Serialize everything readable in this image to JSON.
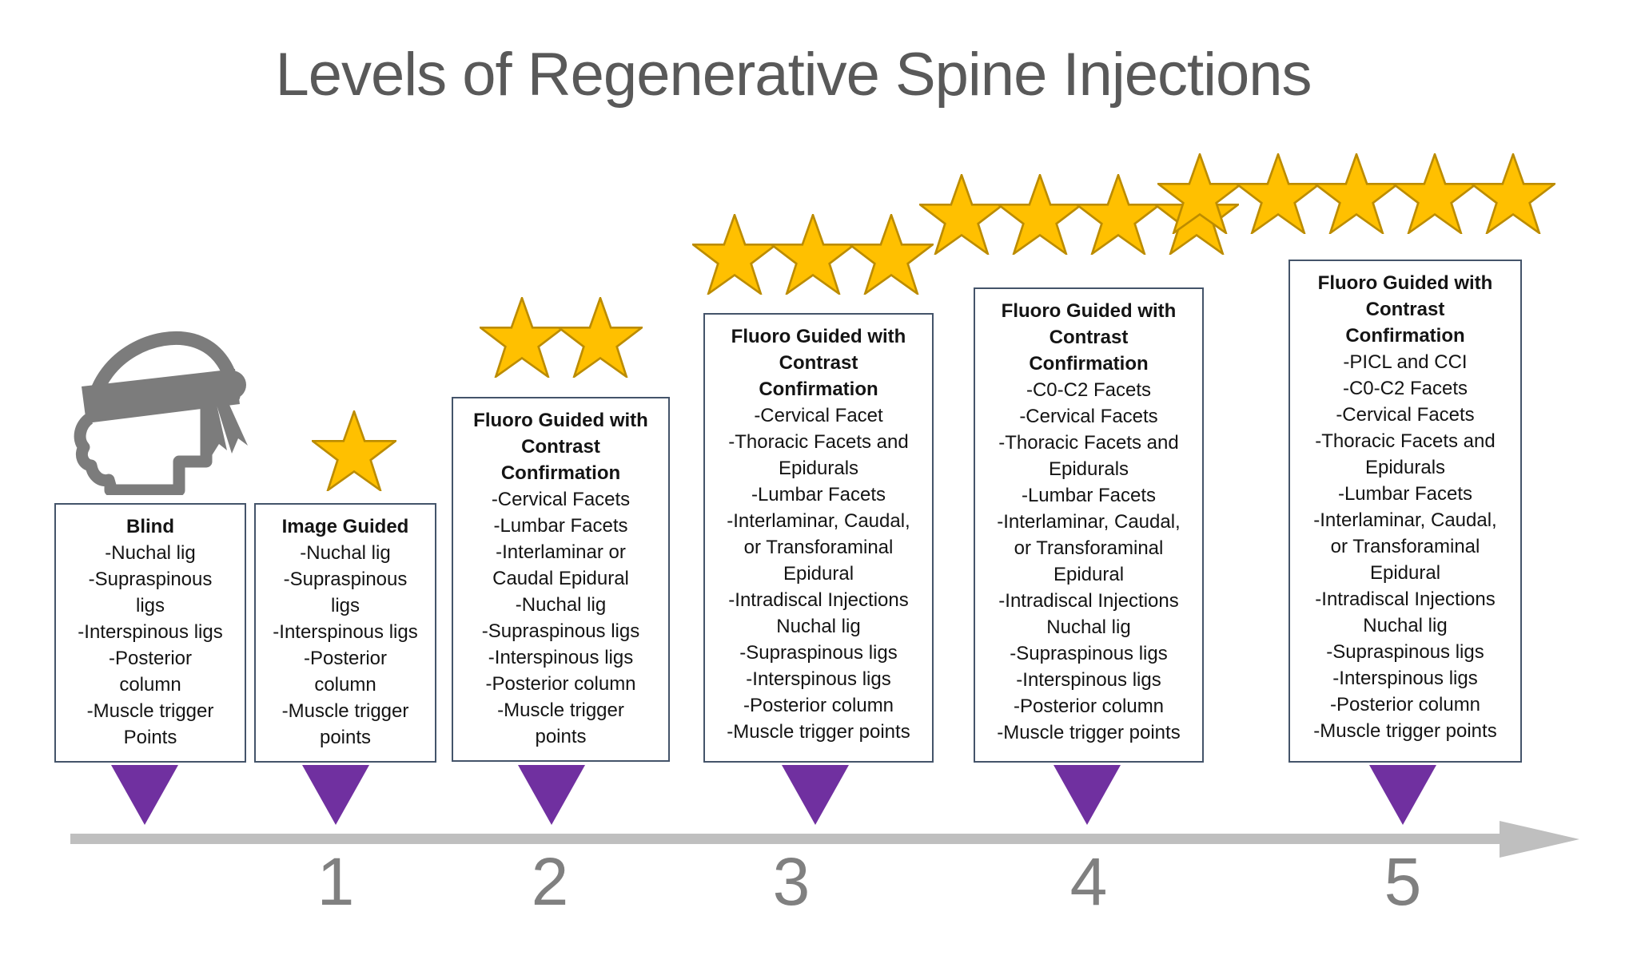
{
  "title": "Levels of Regenerative Spine Injections",
  "icon": {
    "name": "blindfolded-head"
  },
  "colors": {
    "title_gray": "#595959",
    "number_gray": "#808080",
    "bar_gray": "#BFBFBF",
    "box_border": "#44546A",
    "accent_purple": "#7030A0",
    "star_fill": "#FFC000",
    "star_stroke": "#BC8C00",
    "icon_gray": "#7C7C7C"
  },
  "levels": [
    {
      "id": "blind",
      "stars": 0,
      "header_lines": [
        "Blind"
      ],
      "body_lines": [
        "-Nuchal lig",
        "-Supraspinous",
        "ligs",
        "-Interspinous ligs",
        "-Posterior",
        "column",
        "-Muscle trigger",
        "Points"
      ]
    },
    {
      "id": "level-1",
      "stars": 1,
      "header_lines": [
        "Image Guided"
      ],
      "body_lines": [
        "-Nuchal lig",
        "-Supraspinous",
        "ligs",
        "-Interspinous ligs",
        "-Posterior",
        "column",
        "-Muscle trigger",
        "points"
      ]
    },
    {
      "id": "level-2",
      "stars": 2,
      "header_lines": [
        "Fluoro Guided with",
        "Contrast",
        "Confirmation"
      ],
      "body_lines": [
        "-Cervical Facets",
        "-Lumbar Facets",
        "-Interlaminar or",
        "Caudal Epidural",
        "-Nuchal lig",
        "-Supraspinous ligs",
        "-Interspinous ligs",
        "-Posterior column",
        "-Muscle trigger",
        "points"
      ]
    },
    {
      "id": "level-3",
      "stars": 3,
      "header_lines": [
        "Fluoro Guided with",
        "Contrast",
        "Confirmation"
      ],
      "body_lines": [
        "-Cervical Facet",
        "-Thoracic Facets and",
        "Epidurals",
        "-Lumbar Facets",
        "-Interlaminar, Caudal,",
        "or Transforaminal",
        "Epidural",
        "-Intradiscal Injections",
        "Nuchal lig",
        "-Supraspinous ligs",
        "-Interspinous ligs",
        "-Posterior column",
        "-Muscle trigger points"
      ]
    },
    {
      "id": "level-4",
      "stars": 4,
      "header_lines": [
        "Fluoro Guided with",
        "Contrast",
        "Confirmation"
      ],
      "body_lines": [
        "-C0-C2 Facets",
        "-Cervical Facets",
        "-Thoracic Facets and",
        "Epidurals",
        "-Lumbar Facets",
        "-Interlaminar, Caudal,",
        "or Transforaminal",
        "Epidural",
        "-Intradiscal Injections",
        "Nuchal lig",
        "-Supraspinous ligs",
        "-Interspinous ligs",
        "-Posterior column",
        "-Muscle trigger points"
      ]
    },
    {
      "id": "level-5",
      "stars": 5,
      "header_lines": [
        "Fluoro Guided with",
        "Contrast",
        "Confirmation"
      ],
      "body_lines": [
        "-PICL and CCI",
        "-C0-C2 Facets",
        "-Cervical Facets",
        "-Thoracic Facets and",
        "Epidurals",
        "-Lumbar Facets",
        "-Interlaminar, Caudal,",
        "or Transforaminal",
        "Epidural",
        "-Intradiscal Injections",
        "Nuchal lig",
        "-Supraspinous ligs",
        "-Interspinous ligs",
        "-Posterior column",
        "-Muscle trigger points"
      ]
    }
  ],
  "axis": {
    "numbers": [
      "1",
      "2",
      "3",
      "4",
      "5"
    ]
  }
}
